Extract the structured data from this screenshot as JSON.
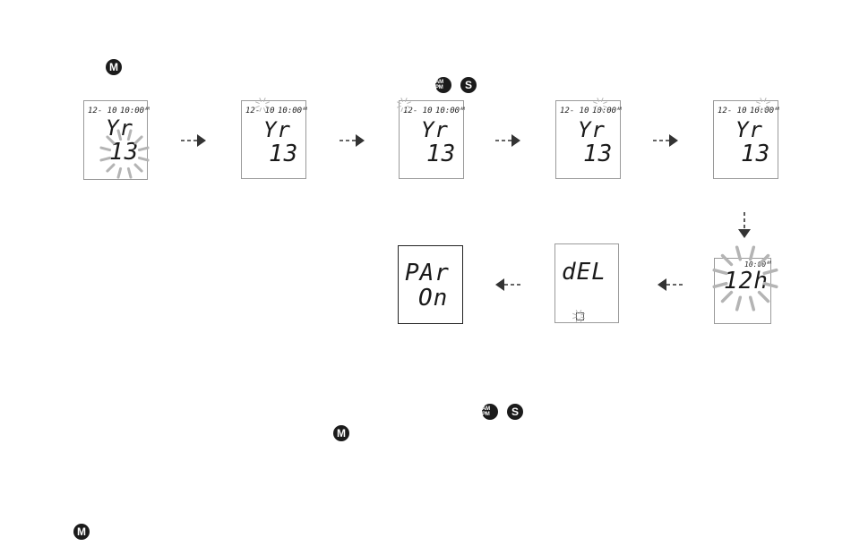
{
  "buttons": {
    "m_label": "M",
    "s_label": "S",
    "ampm_label": "AM PM"
  },
  "screens": [
    {
      "date": "12- 10",
      "time": "10:00",
      "ampm": "AM",
      "line1": "Yr",
      "line2": "13",
      "blink": "year"
    },
    {
      "date": "12- 10",
      "time": "10:00",
      "ampm": "AM",
      "line1": "Yr",
      "line2": "13",
      "blink": "day"
    },
    {
      "date": "12- 10",
      "time": "10:00",
      "ampm": "AM",
      "line1": "Yr",
      "line2": "13",
      "blink": "month"
    },
    {
      "date": "12- 10",
      "time": "10:00",
      "ampm": "AM",
      "line1": "Yr",
      "line2": "13",
      "blink": "hour"
    },
    {
      "date": "12- 10",
      "time": "10:00",
      "ampm": "AM",
      "line1": "Yr",
      "line2": "13",
      "blink": "minute"
    },
    {
      "time": "10:00",
      "ampm": "AM",
      "line1": "12h",
      "blink": "format"
    },
    {
      "line1": "dEL",
      "blink": "memory-icon"
    },
    {
      "line1": "PAr",
      "line2": "On"
    }
  ],
  "colors": {
    "blink_rays": "#b4b4b4",
    "ink": "#1a1a1a",
    "border": "#9a9a9a"
  }
}
